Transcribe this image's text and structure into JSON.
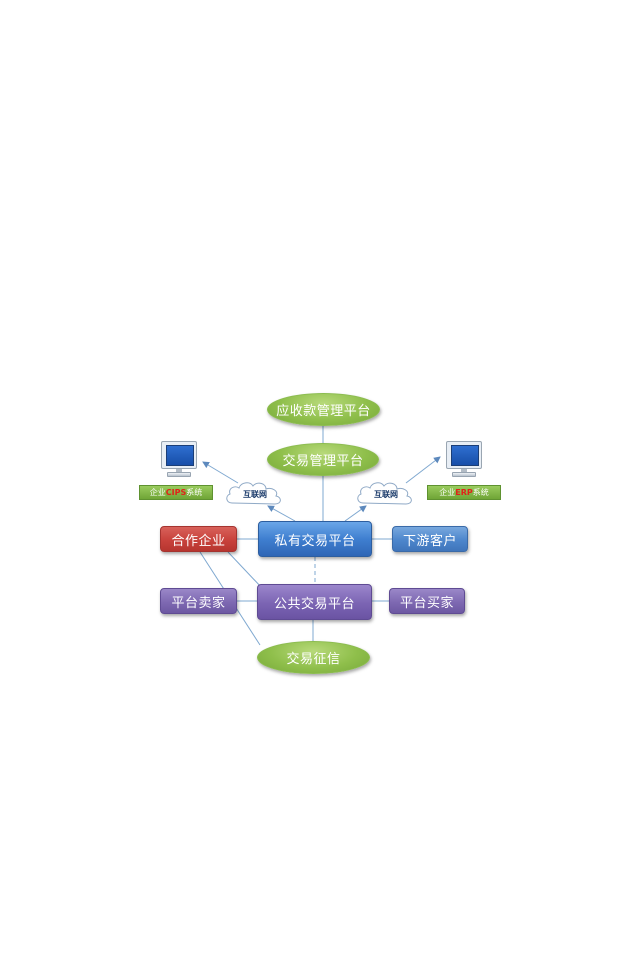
{
  "diagram": {
    "nodes": {
      "receivables_platform": "应收款管理平台",
      "trade_mgmt_platform": "交易管理平台",
      "private_platform": "私有交易平台",
      "public_platform": "公共交易平台",
      "partner_enterprise": "合作企业",
      "downstream_customer": "下游客户",
      "platform_seller": "平台卖家",
      "platform_buyer": "平台买家",
      "trade_credit": "交易征信"
    },
    "internet_label": "互联网",
    "systems": {
      "left": {
        "prefix": "企业",
        "highlight": "CIPS",
        "suffix": "系统"
      },
      "right": {
        "prefix": "企业",
        "highlight": "ERP",
        "suffix": "系统"
      }
    }
  },
  "colors": {
    "green": "#8fbf4b",
    "blue_main": "#3f7fd0",
    "purple": "#7b64b3",
    "red": "#c8423c",
    "highlight": "#e0231a",
    "connector": "#7fa8d0"
  }
}
